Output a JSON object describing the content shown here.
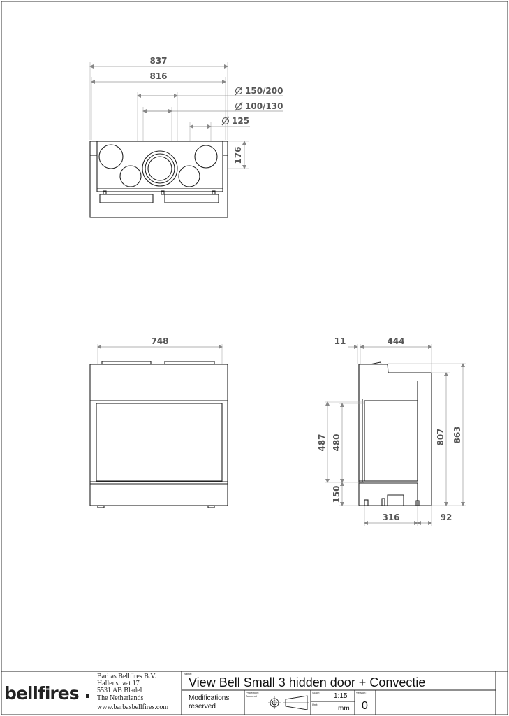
{
  "dimensions": {
    "top_width_outer": "837",
    "top_width_inner": "816",
    "flue_large": "150/200",
    "flue_medium": "100/130",
    "flue_small": "125",
    "top_depth": "176",
    "front_width": "748",
    "side_offset": "11",
    "side_depth": "444",
    "glass_outer": "487",
    "glass_inner": "480",
    "base_height": "150",
    "body_height": "807",
    "total_height": "863",
    "foot_width": "316",
    "rear_offset": "92"
  },
  "titleblock": {
    "company_name": "Barbas Bellfires B.V.",
    "street": "Hallenstraat 17",
    "city": "5531 AB Bladel",
    "country": "The Netherlands",
    "website": "www.barbasbellfires.com",
    "logo_text": "bellfires",
    "name_label": "Name:",
    "product_title": "View Bell Small 3 hidden door + Convectie",
    "modifications_line1": "Modifications",
    "modifications_line2": "reserved",
    "projection_label_1": "Projection:",
    "projection_label_2": "Axonmet",
    "scale_label": "Scale:",
    "scale_value": "1:15",
    "unit_label": "Unit:",
    "unit_value": "mm",
    "version_label": "Version:",
    "version_value": "0"
  }
}
